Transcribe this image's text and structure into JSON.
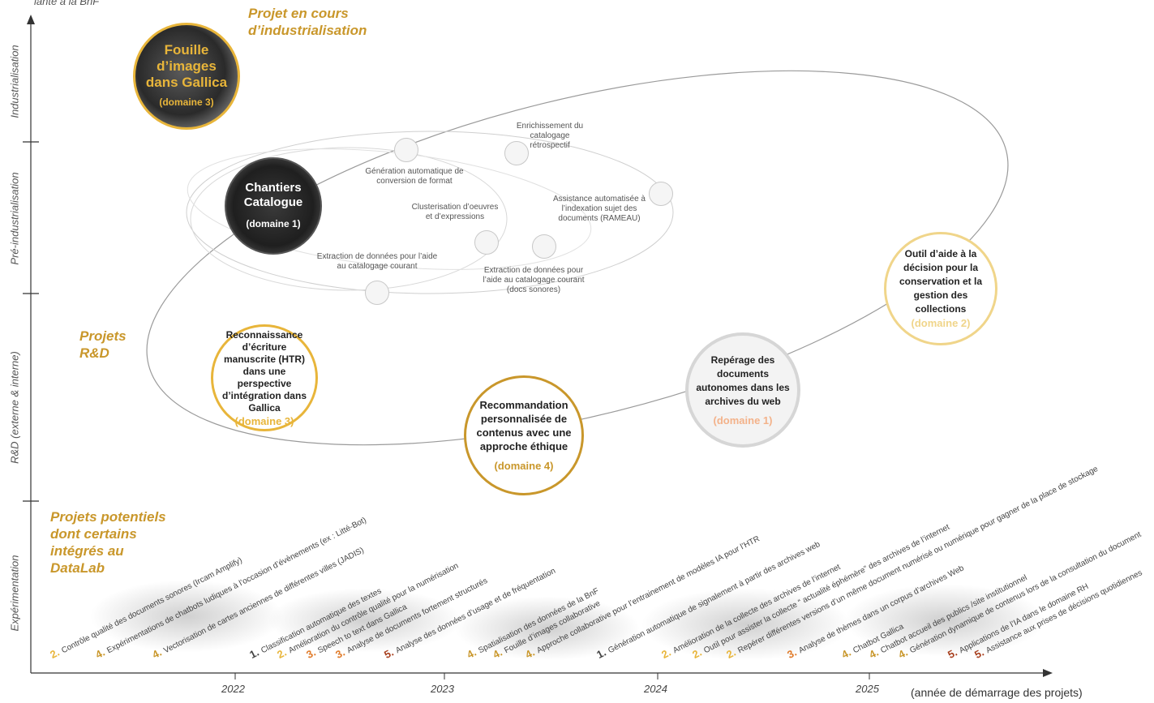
{
  "header_fragment": "lante à la BnF",
  "stages": [
    {
      "key": "industrialisation",
      "label": "Industrialisation"
    },
    {
      "key": "pre-industrialisation",
      "label": "Pré-industrialisation"
    },
    {
      "key": "rd",
      "label": "R&D (externe & interne)"
    },
    {
      "key": "experimentation",
      "label": "Expérimentation"
    }
  ],
  "groups": {
    "industrialisation": "Projet en cours d’industrialisation",
    "rd": "Projets R&D",
    "potential": "Projets potentiels dont certains intégrés au DataLab"
  },
  "circles": {
    "fouille": {
      "title": "Fouille d’images dans Gallica",
      "domain": "(domaine 3)"
    },
    "chantiers": {
      "title": "Chantiers Catalogue",
      "domain": "(domaine 1)"
    },
    "htr": {
      "title": "Reconnaissance d’écriture manuscrite (HTR) dans une perspective d’intégration dans Gallica",
      "domain": "(domaine 3)"
    },
    "reco": {
      "title": "Recommandation personnalisée de contenus avec une approche éthique",
      "domain": "(domaine 4)"
    },
    "reperage": {
      "title": "Repérage des documents autonomes dans les archives du web",
      "domain": "(domaine 1)"
    },
    "outil": {
      "title": "Outil d’aide à la décision pour la conservation et la gestion des collections",
      "domain": "(domaine 2)"
    }
  },
  "catalogue_projects": {
    "enrichissement": "Enrichissement du catalogage rétrospectif",
    "generation": "Génération automatique de conversion de format",
    "clusterisation": "Clusterisation d’oeuvres et d’expressions",
    "assistance": "Assistance automatisée à l’indexation sujet des documents (RAMEAU)",
    "extraction1": "Extraction de données pour l’aide au catalogage courant",
    "extraction2": "Extraction de données pour l’aide au catalogage courant (docs sonores)"
  },
  "years": [
    "2022",
    "2023",
    "2024",
    "2025"
  ],
  "x_axis_label": "(année de démarrage des projets)",
  "colors": {
    "gold": "#e8b53a",
    "ochre": "#c9972b",
    "peach": "#f3b28a",
    "pale_gold": "#f0d58a",
    "grey_text": "#555555",
    "num_1": "#444444",
    "num_2": "#e8b53a",
    "num_3": "#e07b2a",
    "num_4": "#c9972b",
    "num_5": "#a8401f"
  },
  "experimentation": [
    {
      "num": "2.",
      "color": "#e8b53a",
      "text": "Contrôle qualité des documents sonores (Ircam Amplify)"
    },
    {
      "num": "4.",
      "color": "#c9972b",
      "text": "Expérimentations de chatbots ludiques à l’occasion d’évènements (ex : Litté-Bot)"
    },
    {
      "num": "4.",
      "color": "#c9972b",
      "text": "Vectorisation de cartes anciennes de différentes villes (JADIS)"
    },
    {
      "num": "1.",
      "color": "#444444",
      "text": "Classification automatique des textes"
    },
    {
      "num": "2.",
      "color": "#e8b53a",
      "text": "Amélioration du contrôle qualité pour la numérisation"
    },
    {
      "num": "3.",
      "color": "#e07b2a",
      "text": "Speech to text dans Gallica"
    },
    {
      "num": "3.",
      "color": "#e07b2a",
      "text": "Analyse de documents fortement structurés"
    },
    {
      "num": "5.",
      "color": "#a8401f",
      "text": "Analyse des données d’usage et de fréquentation"
    },
    {
      "num": "4.",
      "color": "#c9972b",
      "text": "Spatialisation des données de la BnF"
    },
    {
      "num": "4.",
      "color": "#c9972b",
      "text": "Fouille d’images collaborative"
    },
    {
      "num": "4.",
      "color": "#c9972b",
      "text": "Approche collaborative pour l’entrainement de modèles IA pour l’HTR"
    },
    {
      "num": "1.",
      "color": "#444444",
      "text": "Génération automatique de signalement à partir des archives web"
    },
    {
      "num": "2.",
      "color": "#e8b53a",
      "text": "Amélioration de la collecte des archives de l’internet"
    },
    {
      "num": "2.",
      "color": "#e8b53a",
      "text": "Outil pour assister la collecte “ actualité éphémère” des archives de l’internet"
    },
    {
      "num": "2.",
      "color": "#e8b53a",
      "text": "Repérer différentes versions d’un même document numérisé ou numérique pour gagner de la place de stockage"
    },
    {
      "num": "3.",
      "color": "#e07b2a",
      "text": "Analyse de thèmes dans un corpus d’archives Web"
    },
    {
      "num": "4.",
      "color": "#c9972b",
      "text": "Chatbot Gallica"
    },
    {
      "num": "4.",
      "color": "#c9972b",
      "text": "Chatbot accueil des publics /site institutionnel"
    },
    {
      "num": "4.",
      "color": "#c9972b",
      "text": "Génération dynamique de contenus lors de la consultation du document"
    },
    {
      "num": "5.",
      "color": "#a8401f",
      "text": "Applications de l’IA dans le domaine RH"
    },
    {
      "num": "5.",
      "color": "#a8401f",
      "text": "Assistance aux prises de décisions quotidiennes"
    }
  ]
}
